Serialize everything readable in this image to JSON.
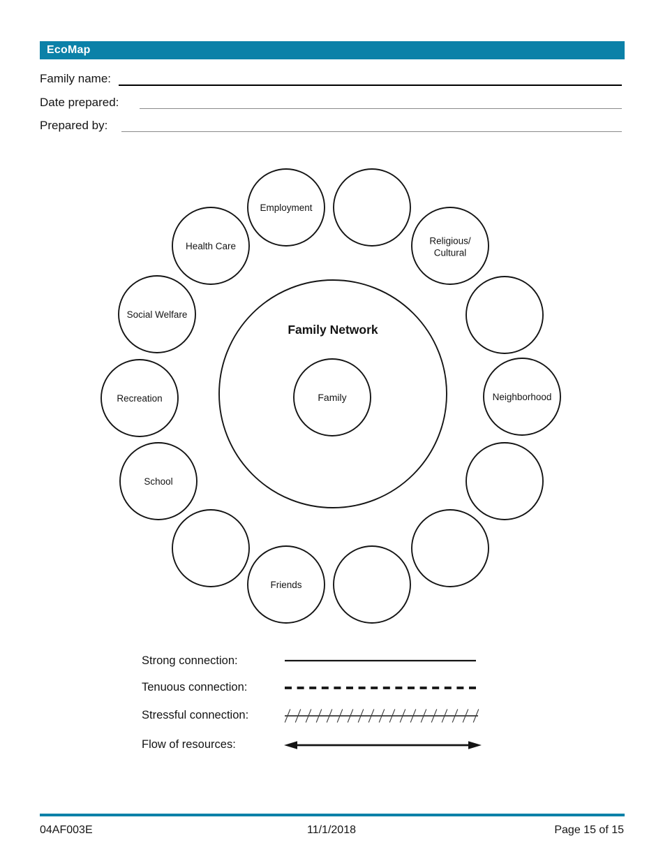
{
  "colors": {
    "accent_teal": "#0b81a8",
    "line_black": "#141414",
    "underline_gray": "#8a8a8a"
  },
  "header": {
    "title": "EcoMap"
  },
  "form": {
    "fields": [
      {
        "label": "Family name:",
        "value": ""
      },
      {
        "label": "Date prepared:",
        "value": ""
      },
      {
        "label": "Prepared by:",
        "value": ""
      }
    ]
  },
  "diagram": {
    "title": "Family Network",
    "center_label": "Family",
    "satellites": [
      {
        "label": "Employment"
      },
      {
        "label": ""
      },
      {
        "label": "Religious/\nCultural"
      },
      {
        "label": ""
      },
      {
        "label": "Neighborhood"
      },
      {
        "label": ""
      },
      {
        "label": ""
      },
      {
        "label": ""
      },
      {
        "label": "Friends"
      },
      {
        "label": ""
      },
      {
        "label": "School"
      },
      {
        "label": "Recreation"
      },
      {
        "label": "Social Welfare"
      },
      {
        "label": "Health Care"
      }
    ]
  },
  "legend": {
    "items": [
      {
        "label": "Strong connection:",
        "style": "solid"
      },
      {
        "label": "Tenuous connection:",
        "style": "dashed"
      },
      {
        "label": "Stressful connection:",
        "style": "hatched"
      },
      {
        "label": "Flow of resources:",
        "style": "double-arrow"
      }
    ]
  },
  "footer": {
    "doc_id": "04AF003E",
    "date": "11/1/2018",
    "page_label": "Page 15 of 15"
  }
}
